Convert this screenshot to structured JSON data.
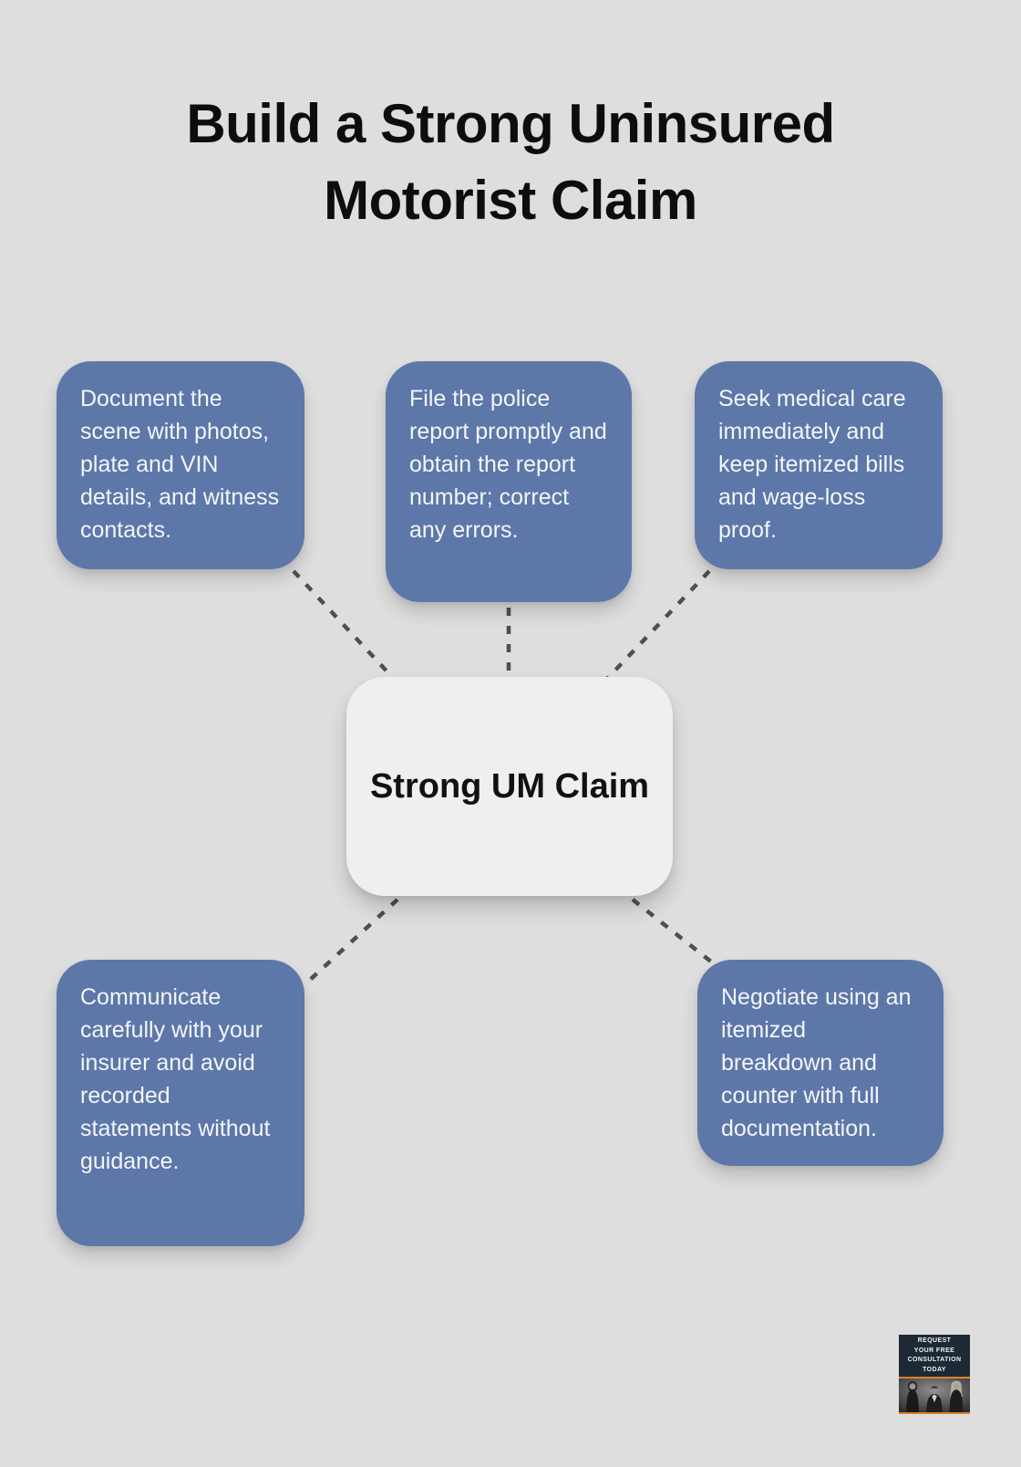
{
  "title": "Build a Strong Uninsured Motorist Claim",
  "center": {
    "label": "Strong UM Claim"
  },
  "tips": [
    {
      "id": "document-scene",
      "text": "Document the scene with photos, plate and VIN details, and witness contacts."
    },
    {
      "id": "police-report",
      "text": "File the police report promptly and obtain the report number; correct any errors."
    },
    {
      "id": "medical-care",
      "text": "Seek medical care immediately and keep itemized bills and wage-loss proof."
    },
    {
      "id": "insurer-communication",
      "text": "Communicate carefully with your insurer and avoid recorded statements without guidance."
    },
    {
      "id": "negotiation",
      "text": "Negotiate using an itemized breakdown and counter with full documentation."
    }
  ],
  "badge": {
    "lines": [
      "REQUEST",
      "YOUR FREE",
      "CONSULTATION",
      "TODAY"
    ]
  },
  "colors": {
    "background": "#dddedd",
    "node_blue": "#5d77a9",
    "node_text": "#f3f6f9",
    "center_bg": "#efeff1",
    "center_text": "#111111",
    "connector": "#4f4f4f",
    "badge_bg": "#1d2935",
    "badge_text": "#f0f2f4",
    "badge_accent": "#dd8226",
    "title_color": "#0d0d0d"
  }
}
